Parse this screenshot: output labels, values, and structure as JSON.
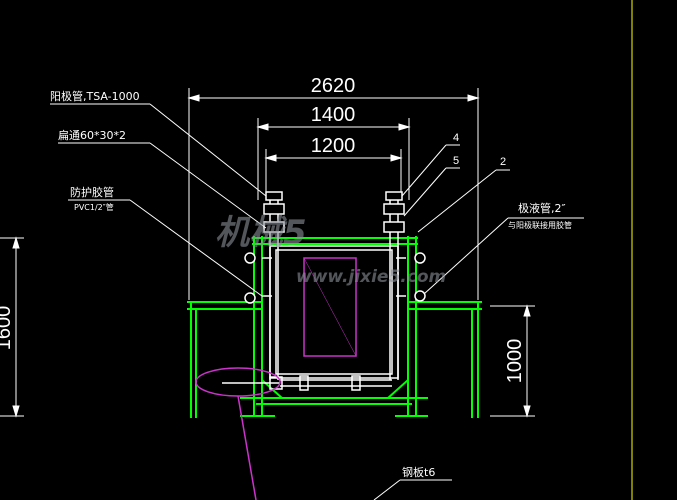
{
  "dimensions": {
    "overall": "2620",
    "middle": "1400",
    "inner": "1200",
    "height_right": "1000",
    "height_left": "1600"
  },
  "labels": {
    "anode_pipe": "阳极管,TSA-1000",
    "flat_bar": "扁通60*30*2",
    "protective_hose": "防护胶管",
    "protective_hose_spec": "PVC1/2″管",
    "drain_pipe": "极液管,2″",
    "drain_note": "与阳极联接用胶管",
    "steel_plate": "钢板t6"
  },
  "callouts": {
    "c4": "4",
    "c5": "5",
    "c2": "2"
  },
  "watermark": {
    "main": "机械5",
    "sub": "www.jixie5.com"
  },
  "colors": {
    "background": "#000000",
    "frame": "#00ff00",
    "pipe": "#ffffff",
    "dimension": "#ffffff",
    "leader_magenta": "#cc33cc",
    "border_line": "#ffff00"
  }
}
